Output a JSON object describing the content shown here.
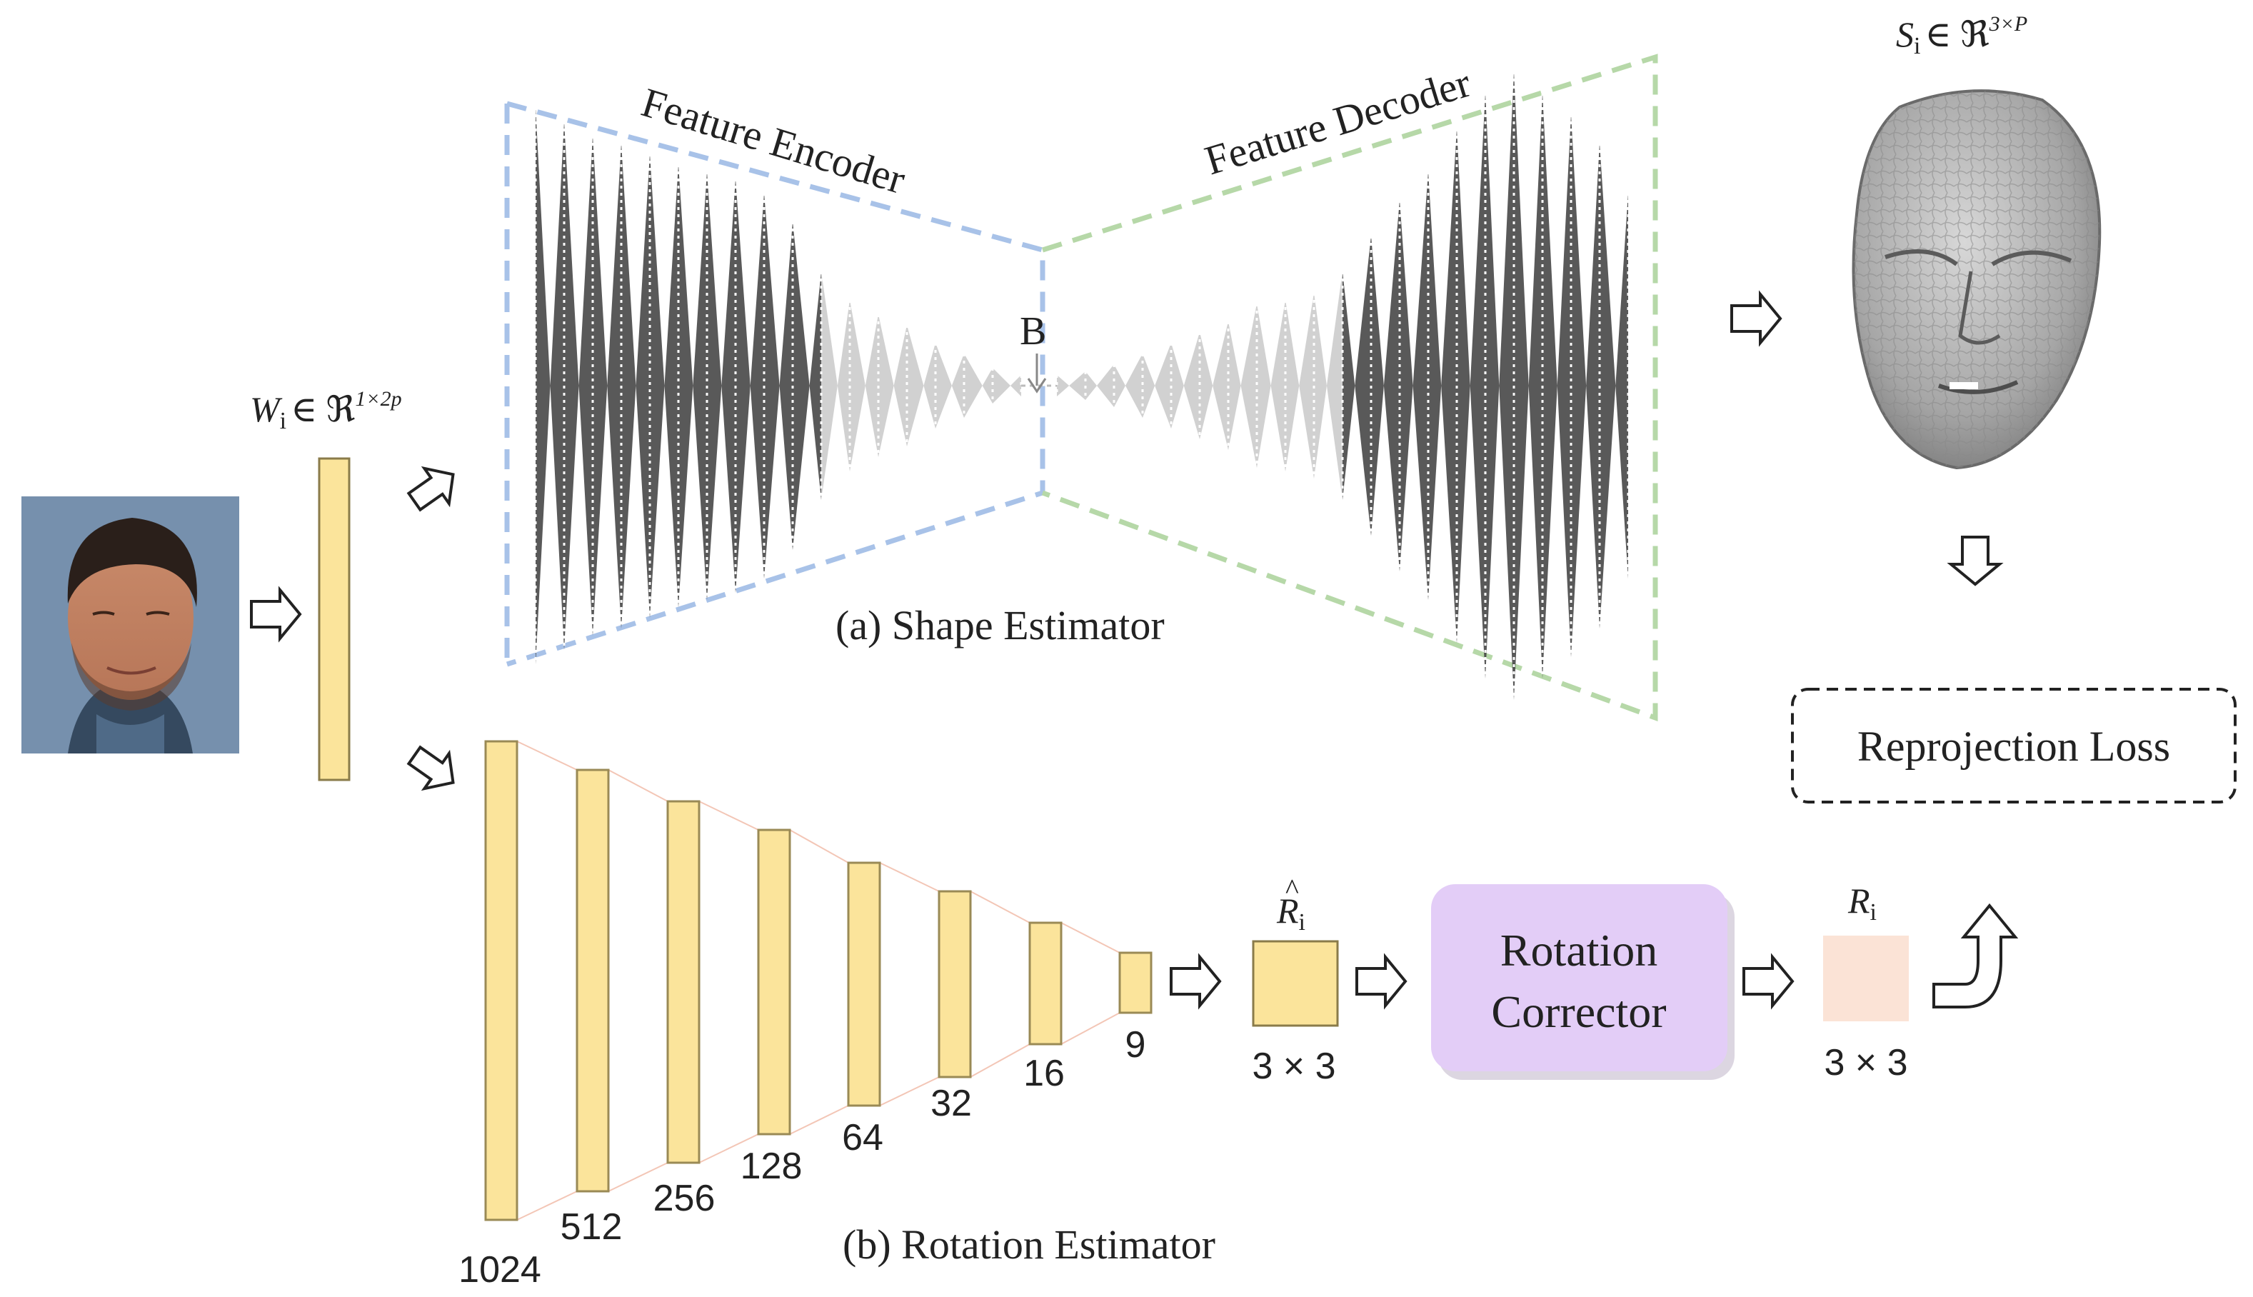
{
  "input_matrix": {
    "symbol": "W",
    "subscript": "i",
    "set": "∈ ℜ",
    "superscript": "1×2p"
  },
  "shape_output": {
    "symbol": "S",
    "subscript": "i",
    "set": "∈ ℜ",
    "superscript": "3×P"
  },
  "encoder_label": "Feature Encoder",
  "decoder_label": "Feature Decoder",
  "bottleneck_label": "B",
  "shape_estimator_caption": "(a)  Shape Estimator",
  "rotation_estimator_caption": "(b) Rotation Estimator",
  "layer_sizes": [
    "1024",
    "512",
    "256",
    "128",
    "64",
    "32",
    "16",
    "9"
  ],
  "r_hat": {
    "symbol": "R",
    "hat": "^",
    "subscript": "i",
    "dims": "3 × 3"
  },
  "r_final": {
    "symbol": "R",
    "subscript": "i",
    "dims": "3 × 3"
  },
  "rotation_corrector": {
    "line1": "Rotation",
    "line2": "Corrector"
  },
  "loss_label": "Reprojection Loss",
  "colors": {
    "layer_fill": "#fbe49b",
    "layer_stroke": "#9a8a55",
    "corrector_fill": "#e3cdf7",
    "final_fill": "#fbe3d6",
    "encoder_dash": "#a8c2e8",
    "decoder_dash": "#b6d8a8"
  }
}
